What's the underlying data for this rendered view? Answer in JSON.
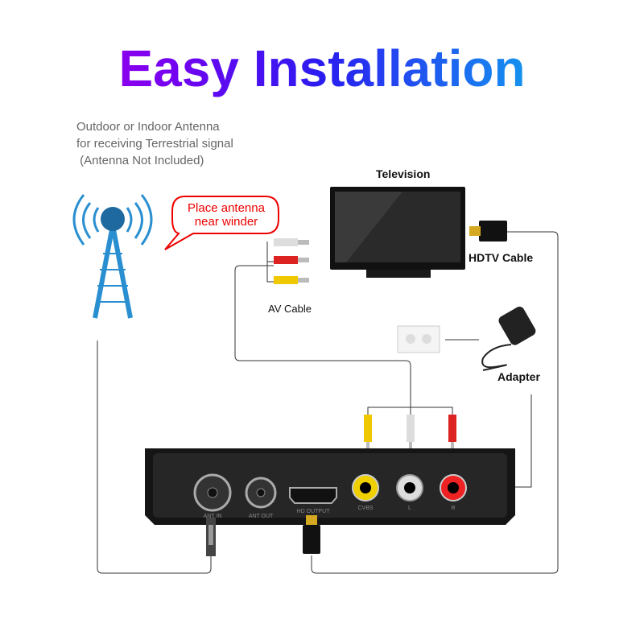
{
  "title": "Easy Installation",
  "antenna_note": [
    "Outdoor or Indoor Antenna",
    "for receiving Terrestrial signal",
    " (Antenna Not Included)"
  ],
  "bubble": [
    "Place antenna",
    "near winder"
  ],
  "labels": {
    "television": "Television",
    "hdtv_cable": "HDTV Cable",
    "av_cable": "AV Cable",
    "adapter": "Adapter"
  },
  "ports": [
    "ANT IN",
    "ANT OUT",
    "HD OUTPUT",
    "CVBS",
    "L",
    "R"
  ],
  "colors": {
    "antenna": "#2a8fd0",
    "bubble": "#e00000",
    "yellow": "#f2d000",
    "white": "#dddddd",
    "red": "#e02020"
  }
}
